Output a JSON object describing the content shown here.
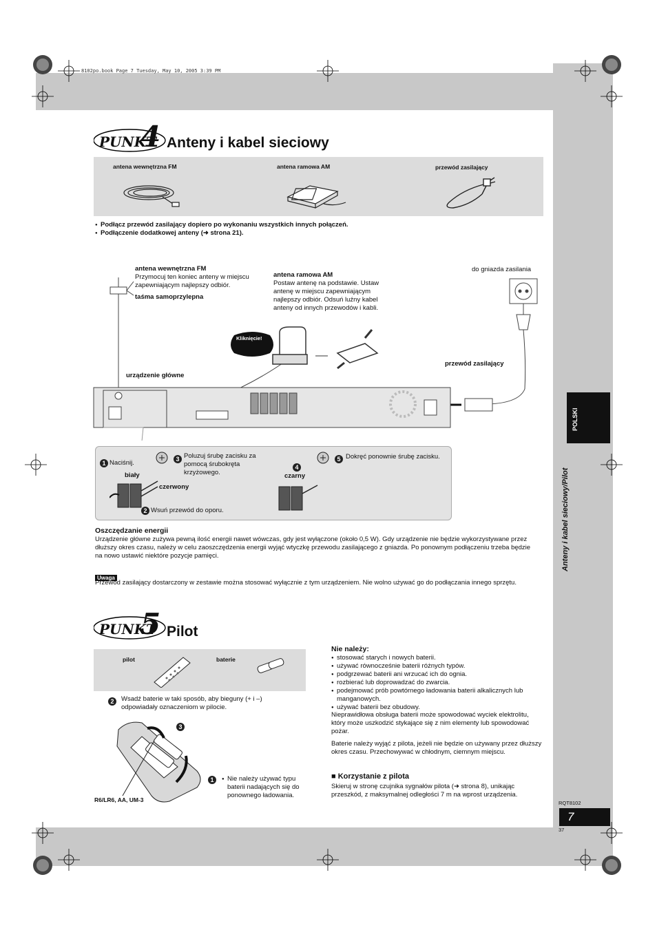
{
  "header": {
    "book_line": "8102po.book  Page 7  Tuesday, May 10, 2005  3:39 PM"
  },
  "step4": {
    "punkt_word": "PUNKT",
    "punkt_number": "4",
    "title": "Anteny i kabel sieciowy",
    "accessories": [
      "antena wewnętrzna FM",
      "antena ramowa AM",
      "przewód zasilający"
    ],
    "notes": [
      "Podłącz przewód zasilający dopiero po wykonaniu wszystkich innych połączeń.",
      "Podłączenie dodatkowej anteny (➜ strona 21)."
    ],
    "diagram": {
      "fm_title": "antena wewnętrzna FM",
      "fm_text": "Przymocuj ten koniec anteny w miejscu zapewniającym najlepszy odbiór.",
      "tape": "taśma samoprzylepna",
      "am_title": "antena ramowa AM",
      "am_text": "Postaw antenę na podstawie. Ustaw antenę w miejscu zapewniającym najlepszy odbiór. Odsuń luźny kabel anteny od innych przewodów i kabli.",
      "outlet": "do gniazda zasilania",
      "click": "Kliknięcie!",
      "power_cord": "przewód zasilający",
      "main_unit": "urządzenie główne",
      "step1": "Naciśnij.",
      "white": "biały",
      "red": "czerwony",
      "step2": "Wsuń przewód do oporu.",
      "step3": "Poluzuj śrubę zacisku za pomocą śrubokręta krzyżowego.",
      "black": "czarny",
      "step5": "Dokręć ponownie śrubę zacisku.",
      "num1": "1",
      "num2": "2",
      "num3": "3",
      "num4": "4",
      "num5": "5"
    },
    "energy_title": "Oszczędzanie energii",
    "energy_text": "Urządzenie główne zużywa pewną ilość energii nawet wówczas, gdy jest wyłączone (około 0,5 W). Gdy urządzenie nie będzie wykorzystywane przez dłuższy okres czasu, należy w celu zaoszczędzenia energii wyjąć wtyczkę przewodu zasilającego z gniazda. Po ponownym podłączeniu trzeba będzie na nowo ustawić niektóre pozycje pamięci.",
    "uwaga_label": "Uwaga",
    "uwaga_text": "Przewód zasilający dostarczony w zestawie można stosować wyłącznie z tym urządzeniem. Nie wolno używać go do podłączania innego sprzętu."
  },
  "step5": {
    "punkt_word": "PUNKT",
    "punkt_number": "5",
    "title": "Pilot",
    "accessories": [
      "pilot",
      "baterie"
    ],
    "battery_step2": "Wsadź baterie w taki sposób, aby bieguny (+ i –) odpowiadały oznaczeniom w pilocie.",
    "battery_step1": "Nie należy używać typu baterii nadających się do ponownego ładowania.",
    "battery_type": "R6/LR6, AA, UM-3",
    "num1": "1",
    "num2": "2",
    "num3": "3",
    "dont_title": "Nie należy:",
    "dont_list": [
      "stosować starych i nowych baterii.",
      "używać równocześnie baterii różnych typów.",
      "podgrzewać baterii ani wrzucać ich do ognia.",
      "rozbierać lub doprowadzać do zwarcia.",
      "podejmować prób powtórnego ładowania baterii alkalicznych lub manganowych.",
      "używać baterii bez obudowy."
    ],
    "warning_text": "Nieprawidłowa obsługa baterii może spowodować wyciek elektrolitu, który może uszkodzić stykające się z nim elementy lub spowodować pożar.",
    "remove_text": "Baterie należy wyjąć z pilota, jeżeli nie będzie on używany przez dłuższy okres czasu. Przechowywać w chłodnym, ciemnym miejscu.",
    "use_title": "Korzystanie z pilota",
    "use_text": "Skieruj w stronę czujnika sygnałów pilota (➜ strona 8), unikając przeszkód, z maksymalnej odległości 7 m na wprost urządzenia."
  },
  "sidebar": {
    "language": "POLSKI",
    "title": "Anteny i kabel sieciowy/Pilot"
  },
  "footer": {
    "code": "RQT8102",
    "page": "7",
    "small_num": "37"
  }
}
